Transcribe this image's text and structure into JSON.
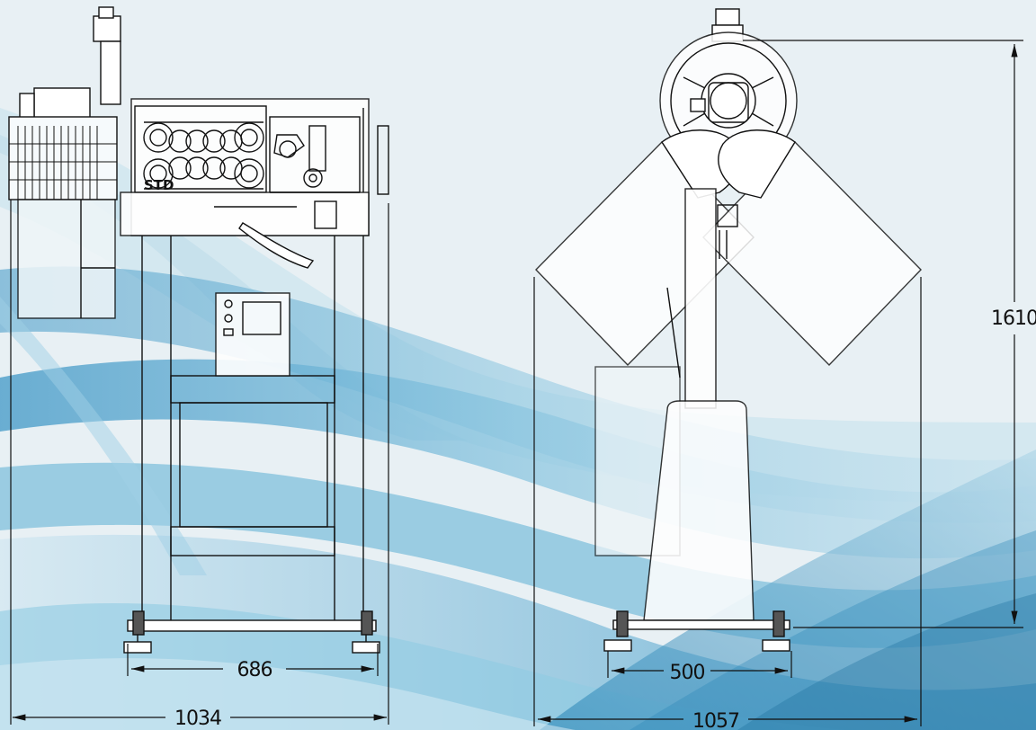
{
  "colors": {
    "background": "#e8f0f4",
    "wave_light": "#b9d9e7",
    "wave_mid": "#7fbfdc",
    "wave_dark": "#2a86b8",
    "line": "#111111"
  },
  "dimensions": {
    "left_base_width": "686",
    "left_total_width": "1034",
    "right_base_width": "500",
    "right_total_width": "1057",
    "right_height": "1610"
  },
  "logo_text": "STD"
}
